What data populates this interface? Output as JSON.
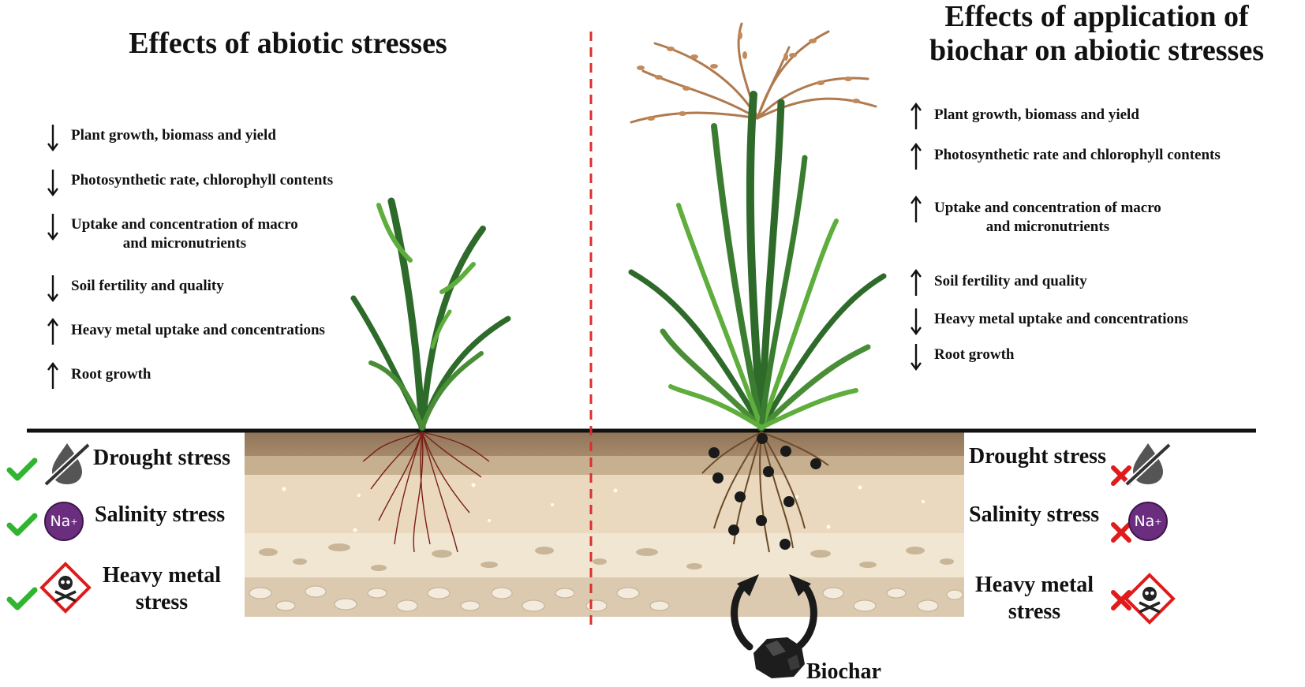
{
  "left_panel": {
    "title": "Effects of abiotic stresses",
    "effects": [
      {
        "direction": "down",
        "text": "Plant growth, biomass and yield"
      },
      {
        "direction": "down",
        "text": "Photosynthetic rate, chlorophyll contents"
      },
      {
        "direction": "down",
        "text": "Uptake and concentration of macro\nand micronutrients"
      },
      {
        "direction": "down",
        "text": "Soil fertility and quality"
      },
      {
        "direction": "up",
        "text": "Heavy metal uptake and concentrations"
      },
      {
        "direction": "up",
        "text": "Root growth"
      }
    ],
    "stresses": [
      {
        "label": "Drought stress",
        "status": "check",
        "icon": "drought-icon"
      },
      {
        "label": "Salinity stress",
        "status": "check",
        "icon": "na-ion-icon"
      },
      {
        "label": "Heavy metal\nstress",
        "status": "check",
        "icon": "toxic-hazard-icon"
      }
    ]
  },
  "right_panel": {
    "title": "Effects of application of\nbiochar on abiotic stresses",
    "effects": [
      {
        "direction": "up",
        "text": "Plant growth, biomass and yield"
      },
      {
        "direction": "up",
        "text": "Photosynthetic rate and chlorophyll contents"
      },
      {
        "direction": "up",
        "text": "Uptake and concentration of macro\nand micronutrients"
      },
      {
        "direction": "up",
        "text": "Soil fertility and quality"
      },
      {
        "direction": "down",
        "text": "Heavy metal uptake and concentrations"
      },
      {
        "direction": "down",
        "text": "Root growth"
      }
    ],
    "stresses": [
      {
        "label": "Drought stress",
        "status": "cross",
        "icon": "drought-icon"
      },
      {
        "label": "Salinity stress",
        "status": "cross",
        "icon": "na-ion-icon"
      },
      {
        "label": "Heavy metal\nstress",
        "status": "cross",
        "icon": "toxic-hazard-icon"
      }
    ]
  },
  "ion_label": {
    "symbol": "Na",
    "charge": "+"
  },
  "biochar_label": "Biochar",
  "colors": {
    "check": "#2fb52f",
    "cross": "#e01b1b",
    "divider": "#d9302c",
    "ion": "#6b2e7f",
    "leaf_dark": "#2e6b2a",
    "leaf_light": "#5fae3d",
    "panicle": "#b07a4e",
    "soil_top": "#a58c70",
    "soil_mid": "#e9d8bd",
    "soil_bottom": "#d8c4a5"
  }
}
